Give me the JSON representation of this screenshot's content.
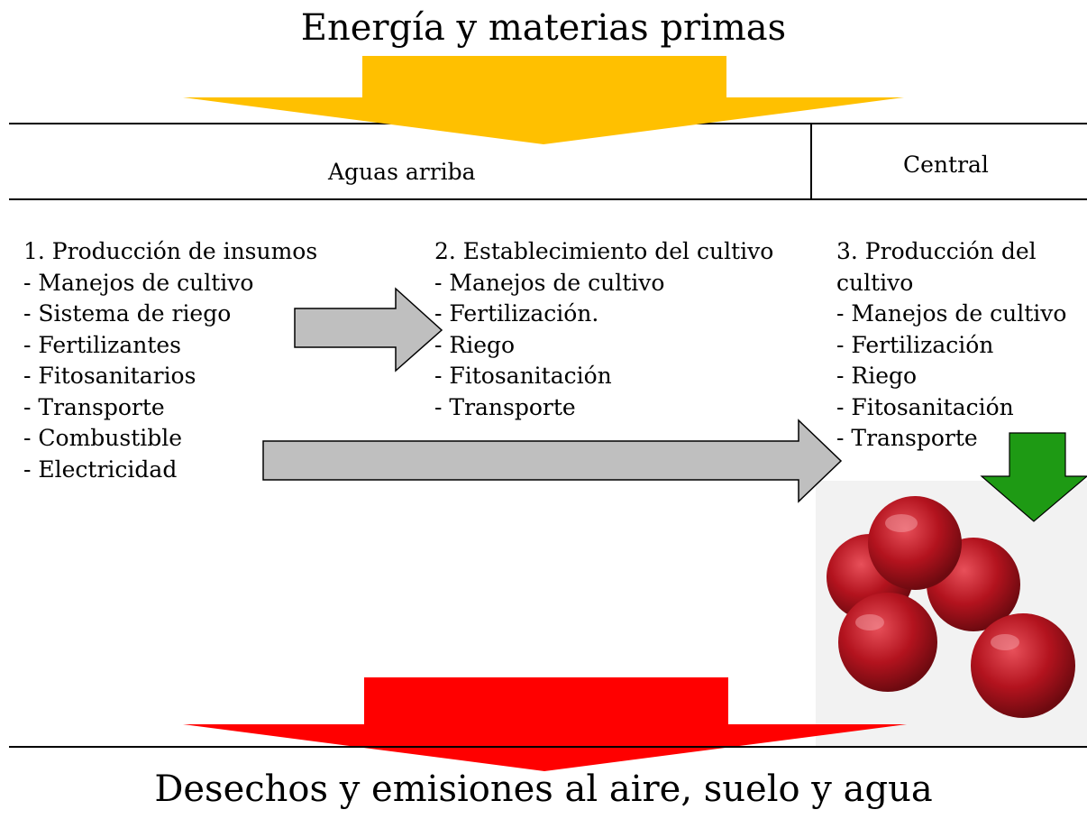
{
  "top_title": "Energía y materias primas",
  "bottom_title": "Desechos y emisiones al aire, suelo y agua",
  "header": {
    "upstream": "Aguas arriba",
    "central": "Central"
  },
  "columns": [
    {
      "heading": "1. Producción de insumos",
      "items": [
        "- Manejos de cultivo",
        "- Sistema de riego",
        "- Fertilizantes",
        "- Fitosanitarios",
        "- Transporte",
        "- Combustible",
        "- Electricidad"
      ]
    },
    {
      "heading": "2. Establecimiento del cultivo",
      "items": [
        "- Manejos de cultivo",
        "- Fertilización.",
        "- Riego",
        "- Fitosanitación",
        "- Transporte"
      ]
    },
    {
      "heading_line1": "3. Producción del",
      "heading_line2": "cultivo",
      "items": [
        "- Manejos de cultivo",
        "- Fertilización",
        "- Riego",
        "- Fitosanitación",
        "- Transporte"
      ]
    }
  ],
  "colors": {
    "input_arrow": "#FFC000",
    "output_arrow": "#FF0000",
    "flow_arrow": "#BFBFBF",
    "product_arrow": "#1E9A14",
    "fruit": "#B3131E"
  }
}
